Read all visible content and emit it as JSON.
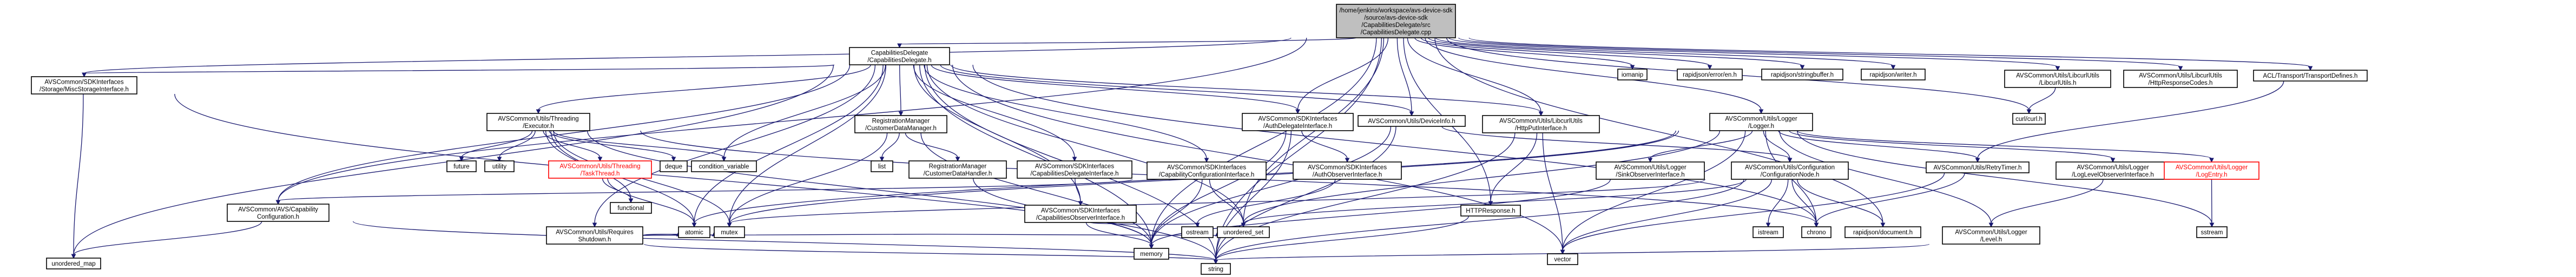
{
  "graph": {
    "edge_color": "#191970",
    "root_fill": "#bfbfbf",
    "missing_border_color": "#ff0000",
    "nodes": [
      {
        "id": "root",
        "lines": [
          "/home/jenkins/workspace/avs-device-sdk",
          "/source/avs-device-sdk",
          "/CapabilitiesDelegate/src",
          "/CapabilitiesDelegate.cpp"
        ],
        "root": true
      },
      {
        "id": "capdel",
        "lines": [
          "CapabilitiesDelegate",
          "/CapabilitiesDelegate.h"
        ]
      },
      {
        "id": "storage",
        "lines": [
          "AVSCommon/SDKInterfaces",
          "/Storage/MiscStorageInterface.h"
        ]
      },
      {
        "id": "avscap",
        "lines": [
          "AVSCommon/AVS/Capability",
          "Configuration.h"
        ]
      },
      {
        "id": "unordered_map",
        "lines": [
          "unordered_map"
        ]
      },
      {
        "id": "threadexec",
        "lines": [
          "AVSCommon/Utils/Threading",
          "/Executor.h"
        ]
      },
      {
        "id": "future",
        "lines": [
          "future"
        ]
      },
      {
        "id": "utility",
        "lines": [
          "utility"
        ]
      },
      {
        "id": "tasktread",
        "lines": [
          "AVSCommon/Utils/Threading",
          "/TaskThread.h"
        ],
        "missing": true
      },
      {
        "id": "deque",
        "lines": [
          "deque"
        ]
      },
      {
        "id": "functional",
        "lines": [
          "functional"
        ]
      },
      {
        "id": "atomic",
        "lines": [
          "atomic"
        ]
      },
      {
        "id": "reqshut",
        "lines": [
          "AVSCommon/Utils/Requires",
          "Shutdown.h"
        ]
      },
      {
        "id": "mutex",
        "lines": [
          "mutex"
        ]
      },
      {
        "id": "condvar",
        "lines": [
          "condition_variable"
        ]
      },
      {
        "id": "regmgr",
        "lines": [
          "RegistrationManager",
          "/CustomerDataManager.h"
        ]
      },
      {
        "id": "list",
        "lines": [
          "list"
        ]
      },
      {
        "id": "regmgrhandler",
        "lines": [
          "RegistrationManager",
          "/CustomerDataHandler.h"
        ]
      },
      {
        "id": "capdelint",
        "lines": [
          "AVSCommon/SDKInterfaces",
          "/CapabilitiesDelegateInterface.h"
        ]
      },
      {
        "id": "capobs",
        "lines": [
          "AVSCommon/SDKInterfaces",
          "/CapabilitiesObserverInterface.h"
        ]
      },
      {
        "id": "capcfgint",
        "lines": [
          "AVSCommon/SDKInterfaces",
          "/CapabilityConfigurationInterface.h"
        ]
      },
      {
        "id": "ostream",
        "lines": [
          "ostream"
        ]
      },
      {
        "id": "memory",
        "lines": [
          "memory"
        ]
      },
      {
        "id": "unordered_set",
        "lines": [
          "unordered_set"
        ]
      },
      {
        "id": "authdel",
        "lines": [
          "AVSCommon/SDKInterfaces",
          "/AuthDelegateInterface.h"
        ]
      },
      {
        "id": "authobs",
        "lines": [
          "AVSCommon/SDKInterfaces",
          "/AuthObserverInterface.h"
        ]
      },
      {
        "id": "string",
        "lines": [
          "string"
        ]
      },
      {
        "id": "deviceinfo",
        "lines": [
          "AVSCommon/Utils/DeviceInfo.h"
        ]
      },
      {
        "id": "httpput",
        "lines": [
          "AVSCommon/Utils/LibcurlUtils",
          "/HttpPutInterface.h"
        ]
      },
      {
        "id": "httpresp",
        "lines": [
          "HTTPResponse.h"
        ]
      },
      {
        "id": "vector",
        "lines": [
          "vector"
        ]
      },
      {
        "id": "iomanip",
        "lines": [
          "iomanip"
        ]
      },
      {
        "id": "rjerror",
        "lines": [
          "rapidjson/error/en.h"
        ]
      },
      {
        "id": "rjbuffer",
        "lines": [
          "rapidjson/stringbuffer.h"
        ]
      },
      {
        "id": "rjwriter",
        "lines": [
          "rapidjson/writer.h"
        ]
      },
      {
        "id": "logger",
        "lines": [
          "AVSCommon/Utils/Logger",
          "/Logger.h"
        ]
      },
      {
        "id": "sinkobs",
        "lines": [
          "AVSCommon/Utils/Logger",
          "/SinkObserverInterface.h"
        ]
      },
      {
        "id": "cfgnode",
        "lines": [
          "AVSCommon/Utils/Configuration",
          "/ConfigurationNode.h"
        ]
      },
      {
        "id": "istream",
        "lines": [
          "istream"
        ]
      },
      {
        "id": "chrono",
        "lines": [
          "chrono"
        ]
      },
      {
        "id": "rjdoc",
        "lines": [
          "rapidjson/document.h"
        ]
      },
      {
        "id": "retry",
        "lines": [
          "AVSCommon/Utils/RetryTimer.h"
        ]
      },
      {
        "id": "loglevelobs",
        "lines": [
          "AVSCommon/Utils/Logger",
          "/LogLevelObserverInterface.h"
        ]
      },
      {
        "id": "level",
        "lines": [
          "AVSCommon/Utils/Logger",
          "/Level.h"
        ]
      },
      {
        "id": "logentry",
        "lines": [
          "AVSCommon/Utils/Logger",
          "/LogEntry.h"
        ],
        "missing": true
      },
      {
        "id": "sstream",
        "lines": [
          "sstream"
        ]
      },
      {
        "id": "libcurl",
        "lines": [
          "AVSCommon/Utils/LibcurlUtils",
          "/LibcurlUtils.h"
        ]
      },
      {
        "id": "curl",
        "lines": [
          "curl/curl.h"
        ]
      },
      {
        "id": "httpcodes",
        "lines": [
          "AVSCommon/Utils/LibcurlUtils",
          "/HttpResponseCodes.h"
        ]
      },
      {
        "id": "acltrans",
        "lines": [
          "ACL/Transport/TransportDefines.h"
        ]
      }
    ],
    "edges": [
      [
        "root",
        "capdel"
      ],
      [
        "root",
        "storage"
      ],
      [
        "root",
        "avscap"
      ],
      [
        "root",
        "deviceinfo"
      ],
      [
        "root",
        "authdel"
      ],
      [
        "root",
        "httpput"
      ],
      [
        "root",
        "iomanip"
      ],
      [
        "root",
        "rjerror"
      ],
      [
        "root",
        "rjbuffer"
      ],
      [
        "root",
        "rjwriter"
      ],
      [
        "root",
        "logger"
      ],
      [
        "root",
        "libcurl"
      ],
      [
        "root",
        "httpcodes"
      ],
      [
        "root",
        "acltrans"
      ],
      [
        "root",
        "curl"
      ],
      [
        "root",
        "unordered_set"
      ],
      [
        "root",
        "rjdoc"
      ],
      [
        "root",
        "httpresp"
      ],
      [
        "root",
        "memory"
      ],
      [
        "root",
        "string"
      ],
      [
        "capdel",
        "storage"
      ],
      [
        "capdel",
        "threadexec"
      ],
      [
        "capdel",
        "regmgr"
      ],
      [
        "capdel",
        "capdelint"
      ],
      [
        "capdel",
        "authdel"
      ],
      [
        "capdel",
        "deviceinfo"
      ],
      [
        "capdel",
        "httpput"
      ],
      [
        "capdel",
        "avscap"
      ],
      [
        "capdel",
        "reqshut"
      ],
      [
        "capdel",
        "condvar"
      ],
      [
        "capdel",
        "capobs"
      ],
      [
        "capdel",
        "capcfgint"
      ],
      [
        "capdel",
        "mutex"
      ],
      [
        "capdel",
        "memory"
      ],
      [
        "capdel",
        "unordered_set"
      ],
      [
        "capdel",
        "string"
      ],
      [
        "capdel",
        "unordered_map"
      ],
      [
        "capdel",
        "atomic"
      ],
      [
        "capdel",
        "chrono"
      ],
      [
        "capdel",
        "vector"
      ],
      [
        "storage",
        "unordered_map"
      ],
      [
        "storage",
        "string"
      ],
      [
        "avscap",
        "unordered_map"
      ],
      [
        "avscap",
        "string"
      ],
      [
        "threadexec",
        "future"
      ],
      [
        "threadexec",
        "utility"
      ],
      [
        "threadexec",
        "tasktread"
      ],
      [
        "threadexec",
        "deque"
      ],
      [
        "threadexec",
        "functional"
      ],
      [
        "threadexec",
        "atomic"
      ],
      [
        "threadexec",
        "mutex"
      ],
      [
        "threadexec",
        "condvar"
      ],
      [
        "threadexec",
        "memory"
      ],
      [
        "threadexec",
        "chrono"
      ],
      [
        "tasktread",
        "functional"
      ],
      [
        "tasktread",
        "atomic"
      ],
      [
        "reqshut",
        "atomic"
      ],
      [
        "reqshut",
        "mutex"
      ],
      [
        "reqshut",
        "string"
      ],
      [
        "reqshut",
        "unordered_set"
      ],
      [
        "regmgr",
        "list"
      ],
      [
        "regmgr",
        "regmgrhandler"
      ],
      [
        "regmgr",
        "memory"
      ],
      [
        "regmgr",
        "mutex"
      ],
      [
        "regmgrhandler",
        "memory"
      ],
      [
        "capdelint",
        "capobs"
      ],
      [
        "capobs",
        "memory"
      ],
      [
        "capobs",
        "ostream"
      ],
      [
        "capcfgint",
        "memory"
      ],
      [
        "capcfgint",
        "unordered_set"
      ],
      [
        "capcfgint",
        "avscap"
      ],
      [
        "authdel",
        "authobs"
      ],
      [
        "authdel",
        "memory"
      ],
      [
        "authdel",
        "string"
      ],
      [
        "authobs",
        "ostream"
      ],
      [
        "deviceinfo",
        "cfgnode"
      ],
      [
        "deviceinfo",
        "string"
      ],
      [
        "deviceinfo",
        "memory"
      ],
      [
        "httpput",
        "httpresp"
      ],
      [
        "httpput",
        "string"
      ],
      [
        "httpput",
        "vector"
      ],
      [
        "httpresp",
        "string"
      ],
      [
        "logger",
        "sinkobs"
      ],
      [
        "logger",
        "cfgnode"
      ],
      [
        "logger",
        "chrono"
      ],
      [
        "logger",
        "vector"
      ],
      [
        "logger",
        "atomic"
      ],
      [
        "logger",
        "mutex"
      ],
      [
        "logger",
        "retry"
      ],
      [
        "logger",
        "loglevelobs"
      ],
      [
        "logger",
        "level"
      ],
      [
        "logger",
        "logentry"
      ],
      [
        "logger",
        "sstream"
      ],
      [
        "logger",
        "unordered_set"
      ],
      [
        "sinkobs",
        "memory"
      ],
      [
        "cfgnode",
        "istream"
      ],
      [
        "cfgnode",
        "chrono"
      ],
      [
        "cfgnode",
        "rjdoc"
      ],
      [
        "cfgnode",
        "vector"
      ],
      [
        "cfgnode",
        "mutex"
      ],
      [
        "cfgnode",
        "string"
      ],
      [
        "cfgnode",
        "unordered_set"
      ],
      [
        "retry",
        "chrono"
      ],
      [
        "retry",
        "vector"
      ],
      [
        "loglevelobs",
        "level"
      ],
      [
        "level",
        "string"
      ],
      [
        "logentry",
        "sstream"
      ],
      [
        "libcurl",
        "curl"
      ],
      [
        "acltrans",
        "retry"
      ]
    ]
  }
}
